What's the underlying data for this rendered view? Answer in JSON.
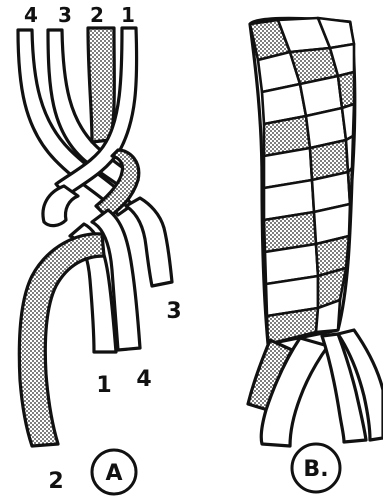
{
  "panel_a": {
    "strand_numbers_top": [
      "4",
      "3",
      "2",
      "1"
    ],
    "strand_numbers_bottom": {
      "left": "1",
      "right": "4",
      "side": "3",
      "shaded_end": "2"
    },
    "circle_label": "A"
  },
  "panel_b": {
    "circle_label": "B."
  },
  "colors": {
    "ink": "#111111",
    "paper": "#ffffff",
    "stipple": "#9a9a9a"
  }
}
